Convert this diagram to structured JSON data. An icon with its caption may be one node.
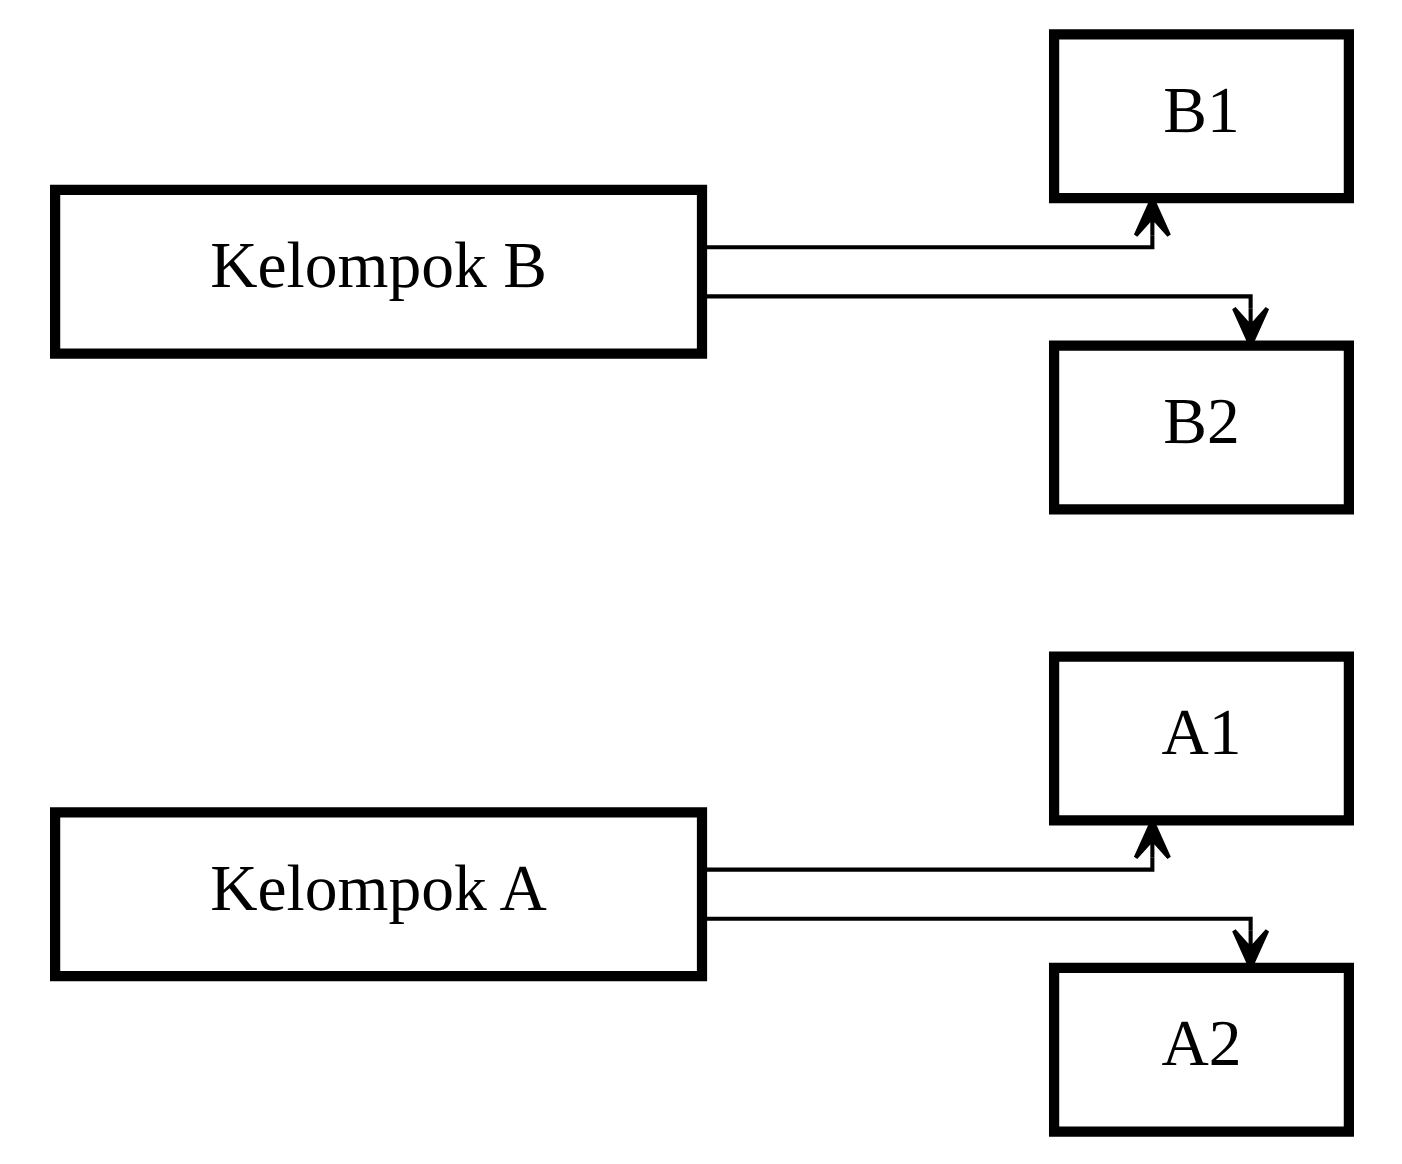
{
  "diagram": {
    "nodes": [
      {
        "text": [
          "Kelompok A"
        ]
      },
      {
        "text": [
          "A1"
        ]
      },
      {
        "text": [
          "A2"
        ]
      },
      {
        "text": [
          "Kelompok B"
        ]
      },
      {
        "text": [
          "B1"
        ]
      },
      {
        "text": [
          "B2"
        ]
      }
    ],
    "edges": [
      {
        "from": 0,
        "to": 1,
        "arrow": "to"
      },
      {
        "from": 0,
        "to": 2,
        "arrow": "to"
      },
      {
        "from": 3,
        "to": 4,
        "arrow": "to"
      },
      {
        "from": 3,
        "to": 5,
        "arrow": "to"
      }
    ]
  }
}
